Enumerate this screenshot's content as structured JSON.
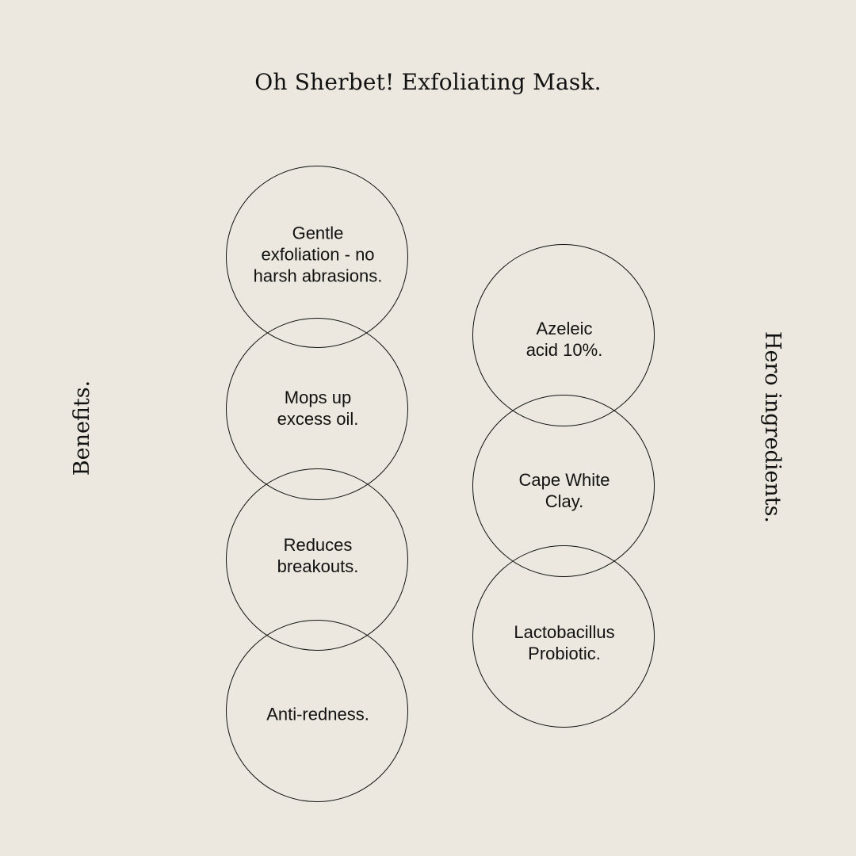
{
  "title": "Oh Sherbet! Exfoliating Mask.",
  "benefits": {
    "label": "Benefits.",
    "items": [
      {
        "line1": "Gentle",
        "line2": "exfoliation - no",
        "line3": "harsh abrasions."
      },
      {
        "line1": "Mops up",
        "line2": "excess oil."
      },
      {
        "line1": "Reduces",
        "line2": "breakouts."
      },
      {
        "line1": "Anti-redness."
      }
    ]
  },
  "ingredients": {
    "label": "Hero ingredients.",
    "items": [
      {
        "line1": "Azeleic",
        "line2": "acid 10%."
      },
      {
        "line1": "Cape White",
        "line2": "Clay."
      },
      {
        "line1": "Lactobacillus",
        "line2": "Probiotic."
      }
    ]
  },
  "colors": {
    "background": "#ece8df",
    "ink": "#111111"
  }
}
